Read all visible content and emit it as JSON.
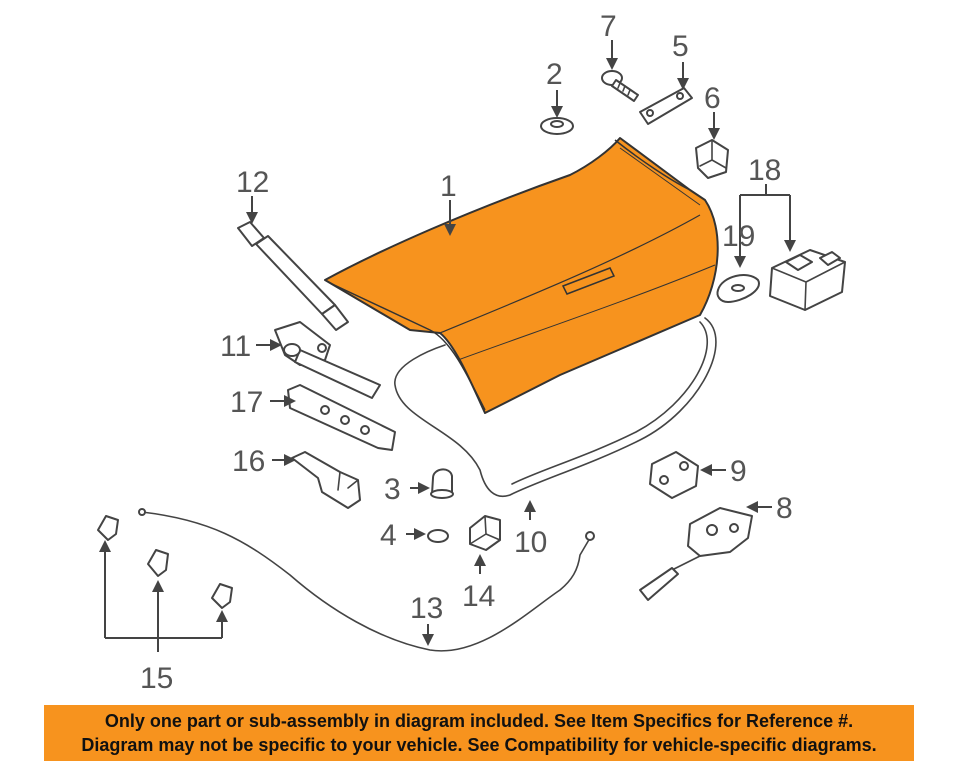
{
  "callouts": {
    "c1": "1",
    "c2": "2",
    "c3": "3",
    "c4": "4",
    "c5": "5",
    "c6": "6",
    "c7": "7",
    "c8": "8",
    "c9": "9",
    "c10": "10",
    "c11": "11",
    "c12": "12",
    "c13": "13",
    "c14": "14",
    "c15": "15",
    "c16": "16",
    "c17": "17",
    "c18": "18",
    "c19": "19"
  },
  "notice": {
    "line1": "Only one part or sub-assembly in diagram included. See Item Specifics for Reference #.",
    "line2": "Diagram may not be specific to your vehicle. See Compatibility for vehicle-specific diagrams."
  },
  "colors": {
    "highlight": "#f7931e",
    "outline": "#444444",
    "label": "#555555"
  }
}
